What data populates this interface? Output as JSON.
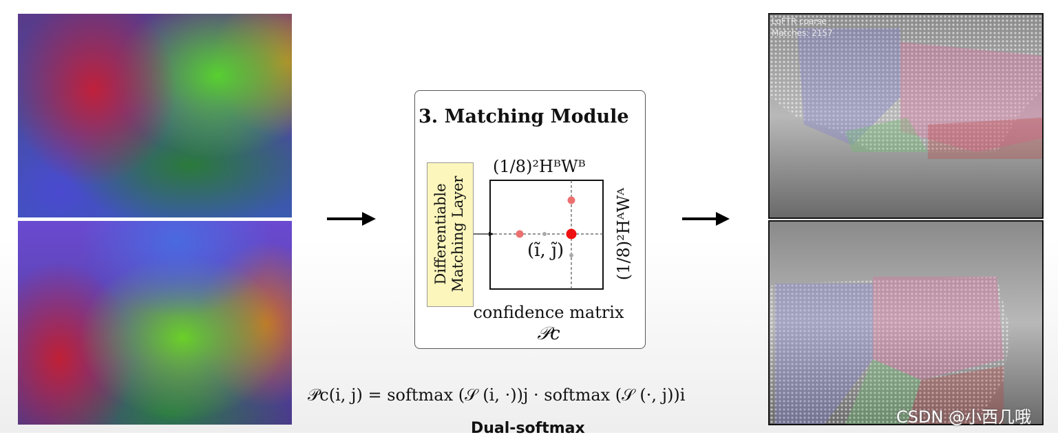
{
  "module": {
    "title": "3. Matching Module",
    "layer_label_line1": "Differentiable",
    "layer_label_line2": "Matching Layer",
    "matrix_top_label": "(1/8)²HᴮWᴮ",
    "matrix_side_label": "(1/8)²HᴬWᴬ",
    "cell_label": "(ĩ, j̃)",
    "caption": "confidence matrix",
    "caption_symbol": "𝒫c"
  },
  "formula": {
    "text": "𝒫c(i, j) = softmax (𝒮 (i, ·))j · softmax (𝒮 (·, j))i",
    "caption": "Dual-softmax"
  },
  "photo": {
    "overlay_line1": "LoFTR coarse",
    "overlay_line2": "Matches: 2157"
  },
  "watermark": "CSDN @小西几哦",
  "colors": {
    "accent_red": "#ee1111",
    "light_red": "#ec7070",
    "layer_fill": "#fcf6bc"
  }
}
